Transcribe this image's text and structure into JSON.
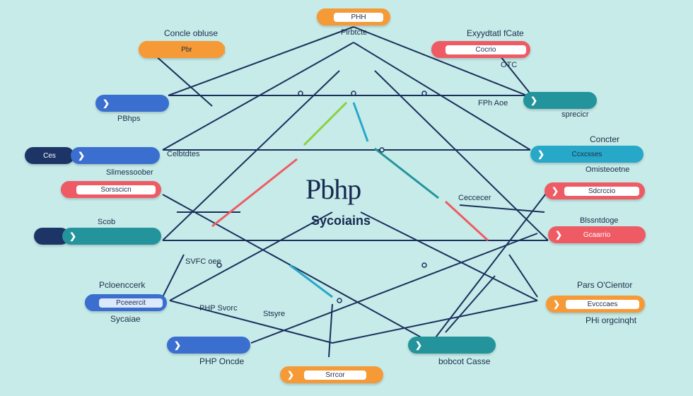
{
  "center": {
    "title": "Pbhp",
    "subtitle": "Sycoiains"
  },
  "colors": {
    "orange": "#f59a36",
    "red": "#ef5b64",
    "blue": "#3a6fd0",
    "teal": "#23949b",
    "navy": "#1c3566",
    "cyan": "#27a8c9"
  },
  "pills": [
    {
      "key": "top-center",
      "label": "PHH",
      "color": "orange"
    },
    {
      "key": "left-1",
      "label": "Pbr",
      "color": "orange"
    },
    {
      "key": "right-1",
      "label": "Cocrio",
      "color": "red"
    },
    {
      "key": "left-2",
      "label": "",
      "color": "blue"
    },
    {
      "key": "right-2",
      "label": "",
      "color": "teal"
    },
    {
      "key": "left-3-cap",
      "label": "Ces",
      "color": "navy"
    },
    {
      "key": "left-3",
      "label": "",
      "color": "blue"
    },
    {
      "key": "right-3",
      "label": "Ccxcsses",
      "color": "cyan"
    },
    {
      "key": "left-4",
      "label": "Sorsscicn",
      "color": "red"
    },
    {
      "key": "right-4",
      "label": "Sdcrccio",
      "color": "red"
    },
    {
      "key": "left-5-cap",
      "label": "",
      "color": "navy"
    },
    {
      "key": "left-5",
      "label": "",
      "color": "teal"
    },
    {
      "key": "right-5",
      "label": "Gcaarrio",
      "color": "red"
    },
    {
      "key": "left-6",
      "label": "Pceeercit",
      "color": "blue"
    },
    {
      "key": "right-6",
      "label": "Evcccaes",
      "color": "orange"
    },
    {
      "key": "bottom-left",
      "label": "",
      "color": "blue"
    },
    {
      "key": "bottom-right",
      "label": "",
      "color": "teal"
    },
    {
      "key": "bottom-center",
      "label": "Srrcor",
      "color": "orange"
    }
  ],
  "labels": [
    {
      "key": "top-center-sub",
      "text": "Plrbtcte"
    },
    {
      "key": "left-1-title",
      "text": "Concle obluse"
    },
    {
      "key": "right-1-title",
      "text": "Exyydtatl fCate"
    },
    {
      "key": "right-1-sub",
      "text": "OTC"
    },
    {
      "key": "left-2-sub",
      "text": "PBhps"
    },
    {
      "key": "right-2-sub",
      "text": "FPh Aoe"
    },
    {
      "key": "right-2-sub2",
      "text": "sprecicr"
    },
    {
      "key": "right-3-title",
      "text": "Concter"
    },
    {
      "key": "left-3-sub",
      "text": "Slimessoober"
    },
    {
      "key": "right-3-sub",
      "text": "Omisteoetne"
    },
    {
      "key": "left-4-sub",
      "text": "Scob"
    },
    {
      "key": "right-4-sub",
      "text": "Blssntdoge"
    },
    {
      "key": "left-6-title",
      "text": "Pcloenccerk"
    },
    {
      "key": "left-6-sub",
      "text": "Sycaiae"
    },
    {
      "key": "right-6-title",
      "text": "Pars O'Cientor"
    },
    {
      "key": "right-6-sub",
      "text": "PHi orgcinqht"
    },
    {
      "key": "bottom-left-sub",
      "text": "PHP Oncde"
    },
    {
      "key": "bottom-right-sub",
      "text": "bobcot Casse"
    },
    {
      "key": "mid-right-1",
      "text": "PHP Svorc"
    },
    {
      "key": "mid-right-2",
      "text": "Ceccecer"
    },
    {
      "key": "mid-left-1",
      "text": "Celbtdtes"
    },
    {
      "key": "mid-bottom-1",
      "text": "Stsyre"
    },
    {
      "key": "mid-bottom-2",
      "text": "SVFC oee"
    }
  ]
}
